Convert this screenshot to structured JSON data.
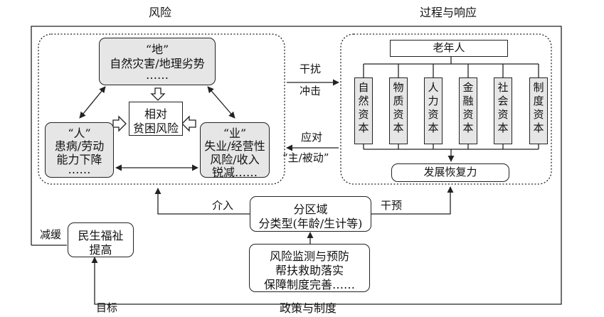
{
  "labels": {
    "risk": "风险",
    "process_response": "过程与响应",
    "interference": [
      "干扰",
      "冲击"
    ],
    "respond": "应对",
    "active_passive": "“主/被动”",
    "intervene": "介入",
    "intervention": "干预",
    "mitigate": "减缓",
    "goal": "目标",
    "policy": "政策与制度"
  },
  "di_box": {
    "title": "“地”",
    "lines": [
      "自然灾害/地理劣势",
      "……"
    ]
  },
  "ren_box": {
    "title": "“人”",
    "lines": [
      "患病/劳动",
      "能力下降",
      "……"
    ]
  },
  "ye_box": {
    "title": "“业”",
    "lines": [
      "失业/经营性",
      "风险/收入",
      "锐减……"
    ]
  },
  "poverty_risk": {
    "lines": [
      "相对",
      "贫困风险"
    ]
  },
  "elderly": "老年人",
  "capitals": [
    {
      "chars": [
        "自",
        "然",
        "资",
        "本"
      ]
    },
    {
      "chars": [
        "物",
        "质",
        "资",
        "本"
      ]
    },
    {
      "chars": [
        "人",
        "力",
        "资",
        "本"
      ]
    },
    {
      "chars": [
        "金",
        "融",
        "资",
        "本"
      ]
    },
    {
      "chars": [
        "社",
        "会",
        "资",
        "本"
      ]
    },
    {
      "chars": [
        "制",
        "度",
        "资",
        "本"
      ]
    }
  ],
  "resilience": "发展恢复力",
  "zoning": {
    "lines": [
      "分区域",
      "分类型(年龄/生计等)"
    ]
  },
  "welfare": {
    "lines": [
      "民生福祉",
      "提高"
    ]
  },
  "measures": {
    "lines": [
      "风险监测与预防",
      "帮扶救助落实",
      "保障制度完善……"
    ]
  }
}
